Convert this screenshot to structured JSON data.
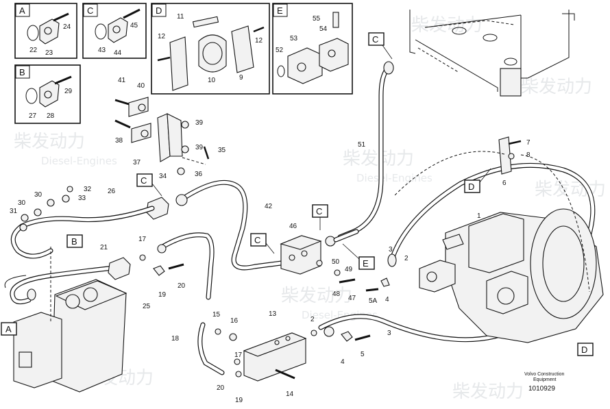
{
  "watermark": {
    "brand_cn": "柴发动力",
    "brand_en": "Diesel-Engines"
  },
  "footer": {
    "line1": "Volvo Construction",
    "line2": "Equipment",
    "drawing_number": "1010929"
  },
  "detail_boxes": [
    {
      "letter": "A",
      "parts": [
        "22",
        "23",
        "24"
      ]
    },
    {
      "letter": "B",
      "parts": [
        "27",
        "28",
        "29"
      ]
    },
    {
      "letter": "C",
      "parts": [
        "43",
        "44",
        "45"
      ]
    },
    {
      "letter": "D",
      "parts": [
        "9",
        "10",
        "11",
        "12",
        "12"
      ]
    },
    {
      "letter": "E",
      "parts": [
        "52",
        "53",
        "54",
        "55"
      ]
    }
  ],
  "callouts": [
    "A",
    "B",
    "C",
    "C",
    "C",
    "C",
    "D",
    "D",
    "E"
  ],
  "part_labels": {
    "p41": "41",
    "p40": "40",
    "p39a": "39",
    "p38": "38",
    "p37": "37",
    "p39b": "39",
    "p35": "35",
    "p34": "34",
    "p36": "36",
    "p26": "26",
    "p42": "42",
    "p51": "51",
    "p7": "7",
    "p8": "8",
    "p6": "6",
    "p32": "32",
    "p30a": "30",
    "p33": "33",
    "p30b": "30",
    "p31": "31",
    "p21": "21",
    "p17a": "17",
    "p19a": "19",
    "p20a": "20",
    "p25": "25",
    "p46": "46",
    "p50": "50",
    "p49": "49",
    "p48": "48",
    "p47": "47",
    "p5a": "5A",
    "p4a": "4",
    "p3a": "3",
    "p2a": "2",
    "p1": "1",
    "p15": "15",
    "p16": "16",
    "p13": "13",
    "p2b": "2",
    "p3b": "3",
    "p18": "18",
    "p17b": "17",
    "p4b": "4",
    "p5": "5",
    "p20b": "20",
    "p19b": "19",
    "p14": "14"
  }
}
